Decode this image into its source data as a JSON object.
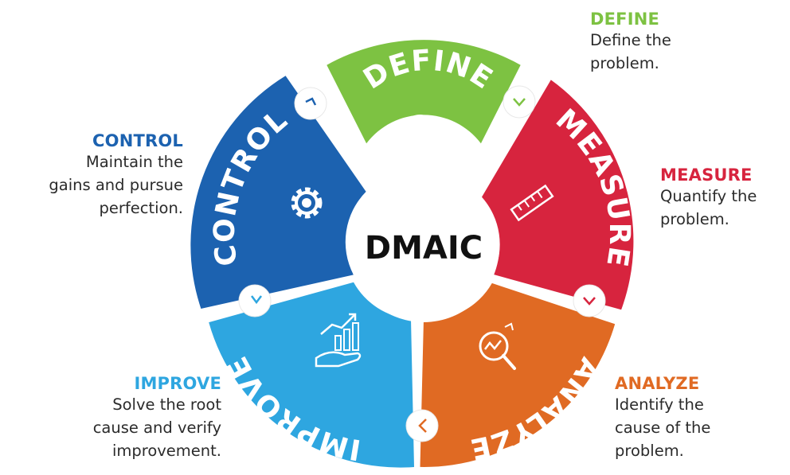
{
  "center": {
    "label": "DMAIC"
  },
  "phases": [
    {
      "id": "define",
      "name": "DEFINE",
      "color": "#7dc242",
      "desc": [
        "Define the",
        "problem."
      ]
    },
    {
      "id": "measure",
      "name": "MEASURE",
      "color": "#d7243e",
      "desc": [
        "Quantify the",
        "problem."
      ]
    },
    {
      "id": "analyze",
      "name": "ANALYZE",
      "color": "#e06a23",
      "desc": [
        "Identify the",
        "cause of the",
        "problem."
      ]
    },
    {
      "id": "improve",
      "name": "IMPROVE",
      "color": "#2ea6e0",
      "desc": [
        "Solve the root",
        "cause and verify",
        "improvement."
      ]
    },
    {
      "id": "control",
      "name": "CONTROL",
      "color": "#1c62b0",
      "desc": [
        "Maintain the",
        "gains and pursue",
        "perfection."
      ]
    }
  ],
  "icons": {
    "define": "question-mark-icon",
    "measure": "ruler-icon",
    "analyze": "magnifier-chart-icon",
    "improve": "growth-hand-icon",
    "control": "gear-icon"
  }
}
